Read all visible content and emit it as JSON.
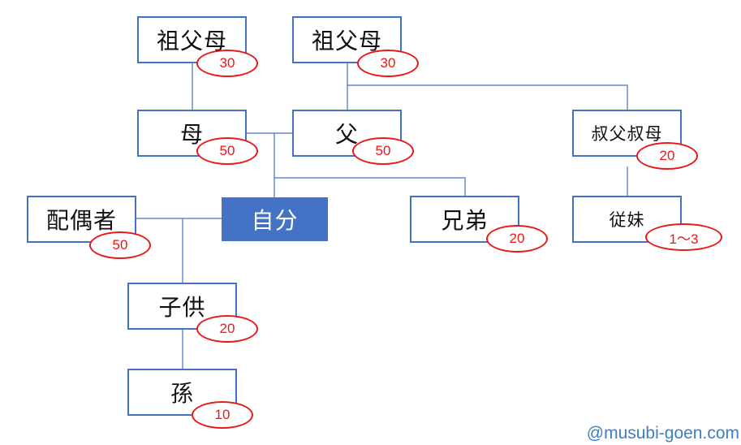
{
  "colors": {
    "box_border": "#4472c4",
    "self_fill": "#4472c4",
    "badge": "#e81818",
    "connector": "#4472c4",
    "watermark": "#3b7fc4"
  },
  "nodes": {
    "grandparents_maternal": {
      "label": "祖父母",
      "value": "30"
    },
    "grandparents_paternal": {
      "label": "祖父母",
      "value": "30"
    },
    "mother": {
      "label": "母",
      "value": "50"
    },
    "father": {
      "label": "父",
      "value": "50"
    },
    "uncle_aunt": {
      "label": "叔父叔母",
      "value": "20"
    },
    "spouse": {
      "label": "配偶者",
      "value": "50"
    },
    "self": {
      "label": "自分"
    },
    "siblings": {
      "label": "兄弟",
      "value": "20"
    },
    "cousins": {
      "label": "従妹",
      "value": "1～3"
    },
    "children": {
      "label": "子供",
      "value": "20"
    },
    "grandchildren": {
      "label": "孫",
      "value": "10"
    }
  },
  "watermark": "@musubi-goen.com"
}
